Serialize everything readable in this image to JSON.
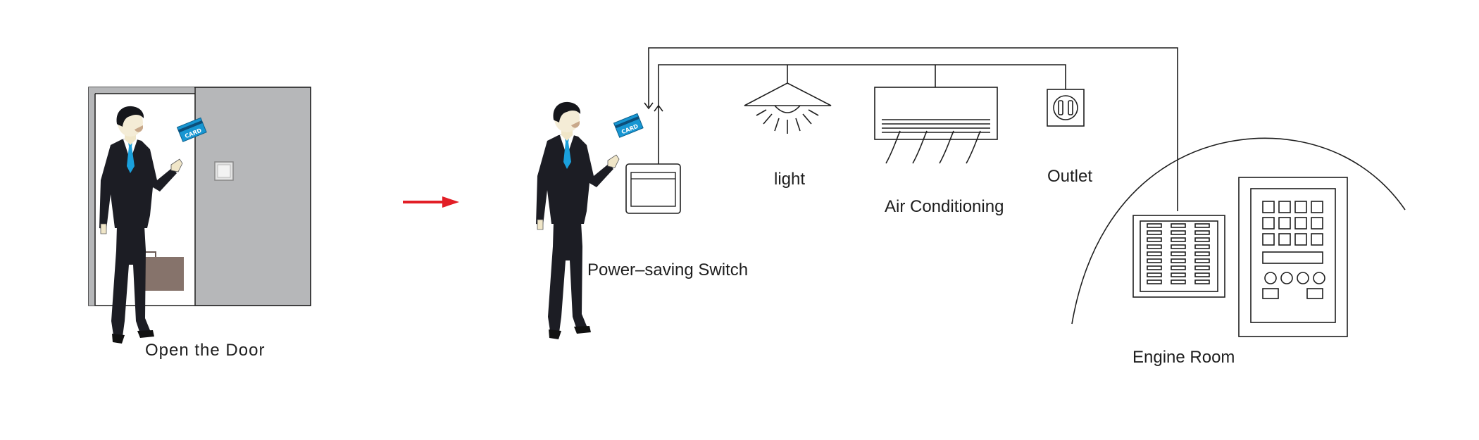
{
  "labels": {
    "open_door": "Open the Door",
    "power_switch": "Power–saving Switch",
    "light": "light",
    "air_conditioning": "Air Conditioning",
    "outlet": "Outlet",
    "engine_room": "Engine Room"
  },
  "card_text": "CARD",
  "colors": {
    "suit": "#1c1d24",
    "tie": "#1aa0dc",
    "card": "#1796d2",
    "skin": "#f0e6c8",
    "door_panel": "#b6b7b9",
    "briefcase": "#86736b",
    "arrow": "#e21e26",
    "line": "#1e1e1e"
  },
  "icons": [
    "man-with-card-icon",
    "door-icon",
    "briefcase-icon",
    "wall-switch-icon",
    "arrow-right-icon",
    "ceiling-lamp-icon",
    "air-conditioner-icon",
    "power-outlet-icon",
    "distribution-cabinet-icon",
    "control-cabinet-icon"
  ]
}
